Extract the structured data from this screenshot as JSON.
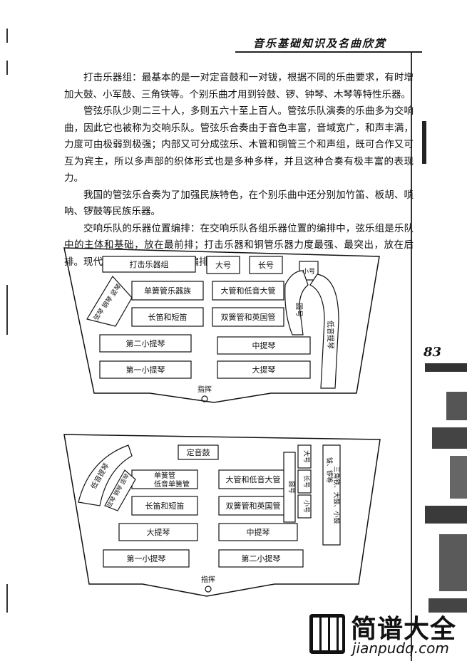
{
  "header": {
    "title": "音乐基础知识及名曲欣赏"
  },
  "page_number": "83",
  "paragraphs": [
    "打击乐器组：最基本的是一对定音鼓和一对钹，根据不同的乐曲要求，有时增加大鼓、小军鼓、三角铁等。个别乐曲才用到铃鼓、锣、钟琴、木琴等特性乐器。",
    "管弦乐队少则二三十人，多则五六十至上百人。管弦乐队演奏的乐曲多为交响曲，因此它也被称为交响乐队。管弦乐合奏由于音色丰富，音域宽广，和声丰满，力度可由极弱到极强；内部又可分成弦乐、木管和铜管三个和声组，既可合作又可互为宾主，所以多声部的织体形式也是多种多样，并且这种合奏有极丰富的表现力。",
    "我国的管弦乐合奏为了加强民族特色，在个别乐曲中还分别加竹笛、板胡、唢呐、锣鼓等民族乐器。",
    "交响乐队的乐器位置编排：在交响乐队各组乐器位置的编排中，弦乐组是乐队中的主体和基础，放在最前排；打击乐器和铜管乐器力度最强、最突出，放在后排。现代交响乐队通行的位置编排如下："
  ],
  "diagram1": {
    "percussion": "打击乐器组",
    "tuba": "大号",
    "trumpet": "长号",
    "small_horn": "小号",
    "horn": "圆号",
    "contrabass": "低音提琴",
    "harp_keyboard": "弦琴 钢琴 竖琴",
    "single_reed": "单簧管乐器族",
    "bass_tuba": "大管和低音大管",
    "flute": "长笛和短笛",
    "oboe": "双簧管和英国管",
    "violin2": "第二小提琴",
    "viola": "中提琴",
    "violin1": "第一小提琴",
    "cello": "大提琴",
    "conductor": "指挥"
  },
  "diagram2": {
    "timpani": "定音鼓",
    "contrabass": "低音提琴",
    "harp_keyboard": "弦琴 钢琴 竖琴",
    "clarinet_line1": "单簧管",
    "clarinet_line2": "低音单簧管",
    "bassoon": "大管和低音大管",
    "flute": "长笛和短笛",
    "oboe": "双簧管和英国管",
    "horn": "圆号",
    "tuba": "大号",
    "trombone": "长号",
    "trumpet": "小号",
    "percussion_a": "三角铁、大鼓、小鼓",
    "percussion_b": "钹、锣等",
    "cello": "大提琴",
    "viola": "中提琴",
    "violin1": "第一小提琴",
    "violin2": "第二小提琴",
    "conductor": "指挥"
  },
  "logo": {
    "title": "简谱大全",
    "url": "jianpudq.com"
  }
}
